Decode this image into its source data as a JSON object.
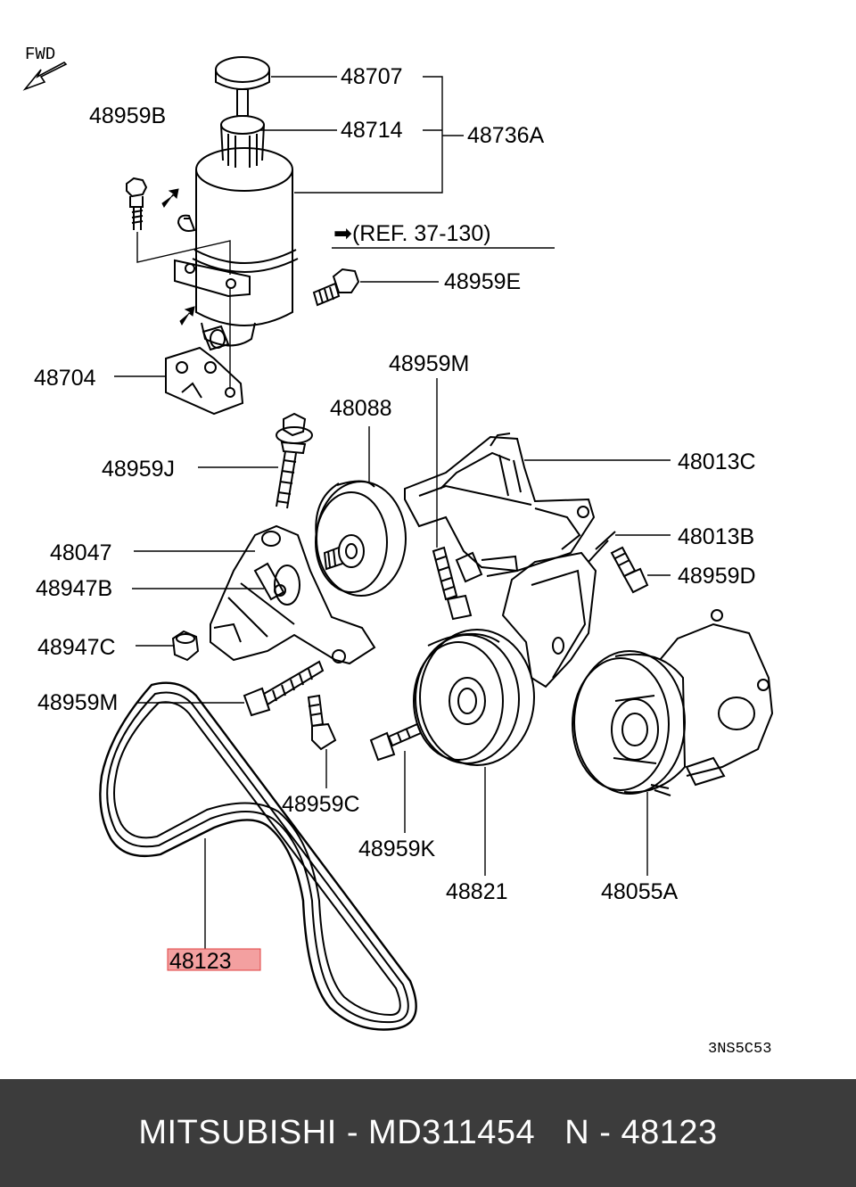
{
  "diagram": {
    "fwd": "FWD",
    "ref": "➡(REF. 37-130)",
    "code": "3NS5C53",
    "highlight_color": "#f3a0a0",
    "labels": {
      "p48707": "48707",
      "p48714": "48714",
      "p48736A": "48736A",
      "p48959B": "48959B",
      "p48959E": "48959E",
      "p48704": "48704",
      "p48959M_top": "48959M",
      "p48088": "48088",
      "p48013C": "48013C",
      "p48959J": "48959J",
      "p48047": "48047",
      "p48013B": "48013B",
      "p48947B": "48947B",
      "p48959D": "48959D",
      "p48947C": "48947C",
      "p48959M_low": "48959M",
      "p48959C": "48959C",
      "p48959K": "48959K",
      "p48821": "48821",
      "p48055A": "48055A",
      "p48123": "48123"
    }
  },
  "footer": {
    "text": "MITSUBISHI - MD311454   N - 48123"
  }
}
